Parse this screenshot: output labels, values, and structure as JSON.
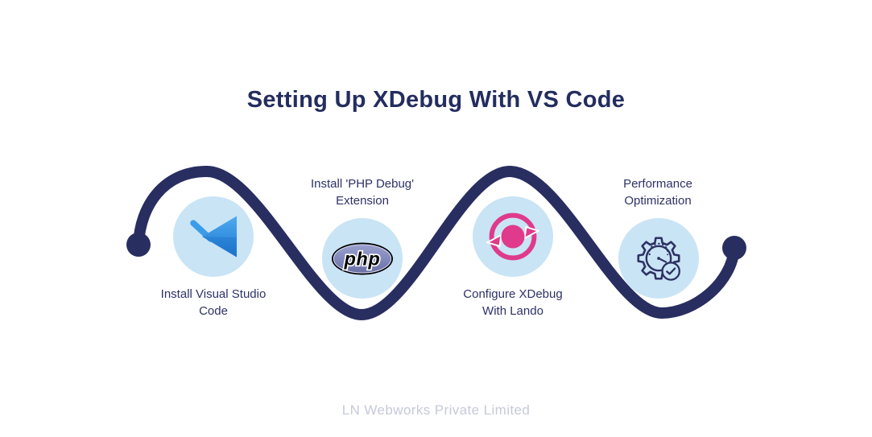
{
  "title": "Setting Up XDebug With VS Code",
  "footer": "LN Webworks Private Limited",
  "php_logo_text": "php",
  "steps": [
    {
      "icon": "vscode-logo",
      "label_line1": "Install Visual Studio",
      "label_line2": "Code",
      "label_position": "below"
    },
    {
      "icon": "php-logo",
      "label_line1": "Install 'PHP Debug'",
      "label_line2": "Extension",
      "label_position": "above"
    },
    {
      "icon": "lando-logo",
      "label_line1": "Configure XDebug",
      "label_line2": "With Lando",
      "label_position": "below"
    },
    {
      "icon": "performance-gear-icon",
      "label_line1": "Performance",
      "label_line2": "Optimization",
      "label_position": "above"
    }
  ],
  "colors": {
    "path_navy": "#282e60",
    "title_navy": "#232d5f",
    "label_navy": "#2d3266",
    "circle_light_blue": "#c9e4f5",
    "lando_pink": "#df3a8c",
    "php_purple": "#7377ad",
    "vscode_blue": "#2f93e6",
    "footer_gray": "#c6c9da"
  }
}
